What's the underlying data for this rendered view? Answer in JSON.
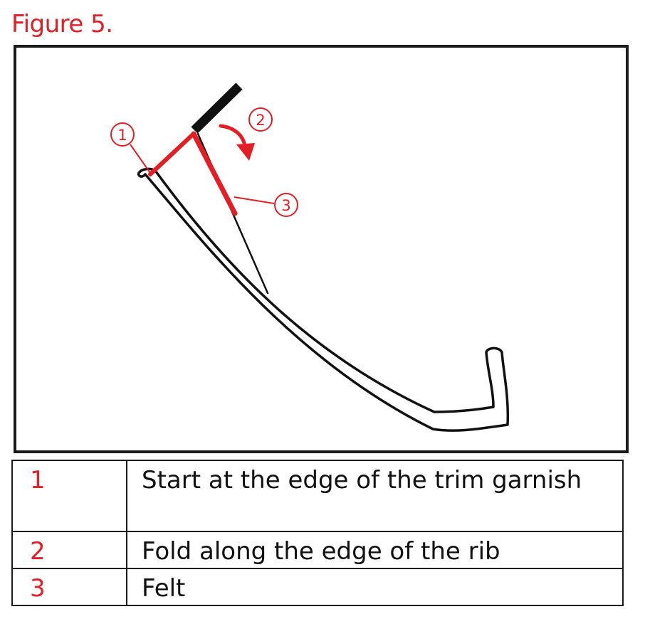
{
  "figure": {
    "title": "Figure 5.",
    "accent_color": "#e31e24",
    "callouts": [
      "1",
      "2",
      "3"
    ]
  },
  "legend": [
    {
      "number": "1",
      "text": "Start at the edge of the trim garnish"
    },
    {
      "number": "2",
      "text": "Fold along the edge of the rib"
    },
    {
      "number": "3",
      "text": "Felt"
    }
  ]
}
